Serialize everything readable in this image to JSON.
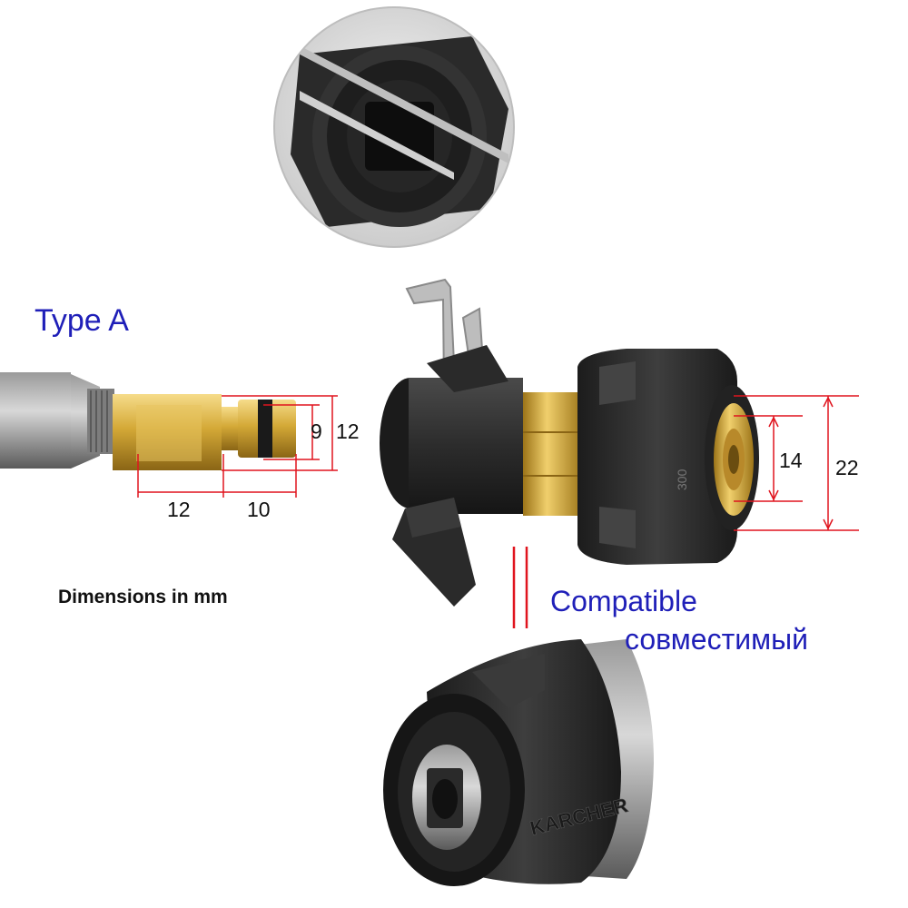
{
  "labels": {
    "type_label": "Type A",
    "dims_note": "Dimensions in mm",
    "compatible_en": "Compatible",
    "compatible_ru": "совместимый",
    "brand_mark": "KARCHER",
    "fitting_mark": "300"
  },
  "dimensions": {
    "pin_length_left": "12",
    "pin_length_right": "10",
    "pin_diameter_inner": "9",
    "pin_diameter_outer": "12",
    "socket_inner": "14",
    "socket_outer": "22"
  },
  "colors": {
    "label_blue": "#1f1fb8",
    "dimension_red": "#e0141e",
    "brass": "#d4a937",
    "rubber_black": "#2a2a2a"
  }
}
